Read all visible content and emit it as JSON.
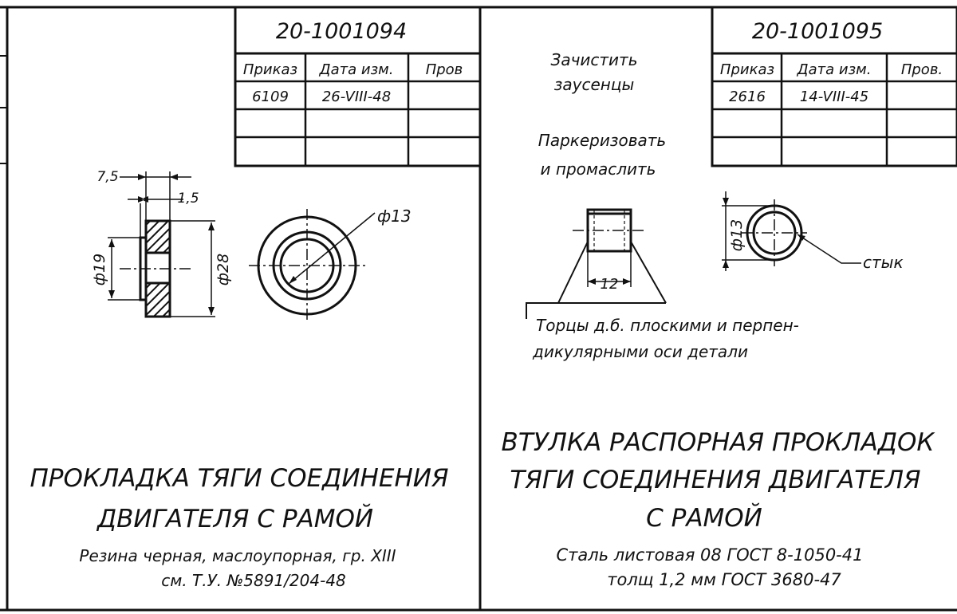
{
  "left_sheet": {
    "part_number": "20-1001094",
    "table": {
      "headers": [
        "Приказ",
        "Дата изм.",
        "Пров"
      ],
      "rows": [
        [
          "6109",
          "26-VIII-48",
          ""
        ],
        [
          "",
          "",
          ""
        ],
        [
          "",
          "",
          ""
        ]
      ]
    },
    "dimensions": {
      "width_total": "7,5",
      "width_flange": "1,5",
      "inner_diameter": "ф19",
      "outer_diameter": "ф28",
      "hole_diameter": "ф13"
    },
    "title_lines": [
      "ПРОКЛАДКА ТЯГИ СОЕДИНЕНИЯ",
      "ДВИГАТЕЛЯ С РАМОЙ"
    ],
    "material_lines": [
      "Резина черная, маслоупорная, гр. XIII",
      "см. Т.У. №5891/204-48"
    ]
  },
  "right_sheet": {
    "part_number": "20-1001095",
    "table": {
      "headers": [
        "Приказ",
        "Дата изм.",
        "Пров."
      ],
      "rows": [
        [
          "2616",
          "14-VIII-45",
          ""
        ],
        [
          "",
          "",
          ""
        ],
        [
          "",
          "",
          ""
        ]
      ]
    },
    "notes": [
      "Зачистить",
      "заусенцы",
      "Паркеризовать",
      "и промаслить"
    ],
    "dimensions": {
      "length": "12",
      "diameter": "ф13",
      "seam_label": "стык"
    },
    "end_note_lines": [
      "Торцы д.б. плоскими и перпен-",
      "дикулярными оси детали"
    ],
    "title_lines": [
      "ВТУЛКА РАСПОРНАЯ ПРОКЛАДОК",
      "ТЯГИ СОЕДИНЕНИЯ ДВИГАТЕЛЯ",
      "С РАМОЙ"
    ],
    "material_lines": [
      "Сталь листовая 08 ГОСТ 8-1050-41",
      "толщ 1,2 мм ГОСТ 3680-47"
    ]
  }
}
